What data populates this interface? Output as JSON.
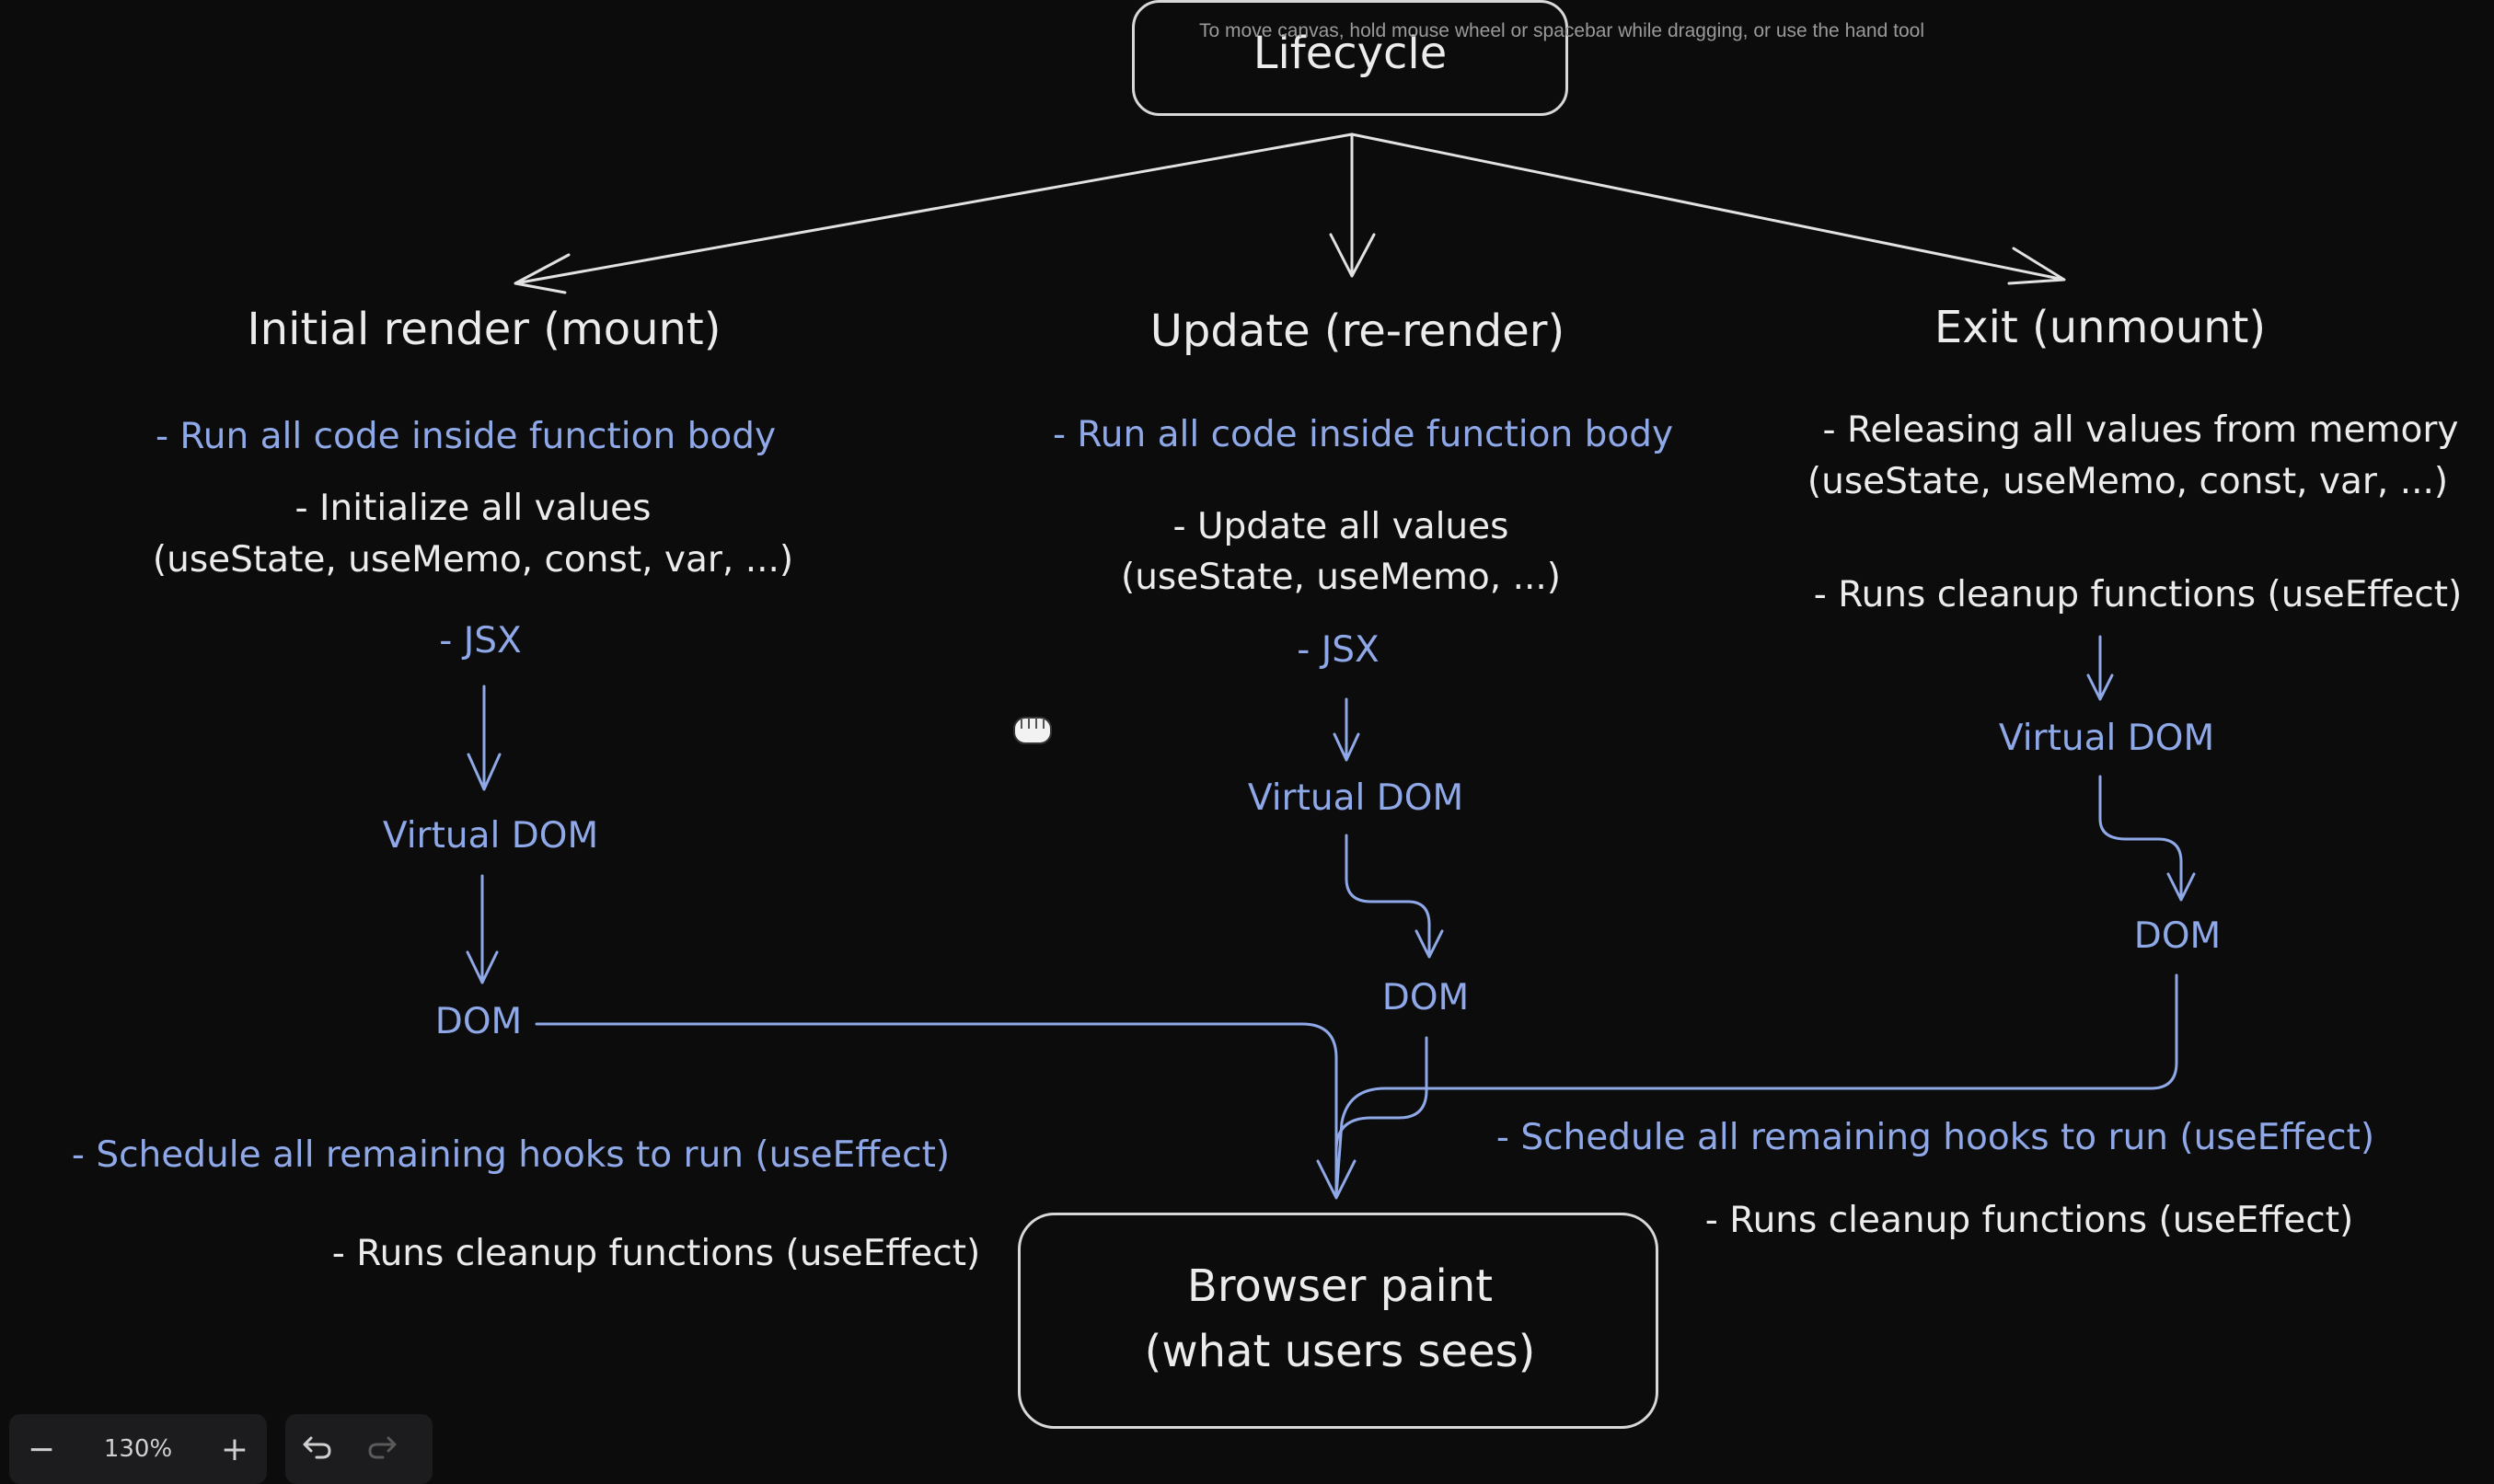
{
  "canvas_hint": "To move canvas, hold mouse wheel or spacebar while dragging, or use the hand tool",
  "colors": {
    "background": "#0c0c0d",
    "white_text": "#ececec",
    "blue_text": "#8fa8e8",
    "toolbar": "#1c1c1e"
  },
  "diagram": {
    "root": "Lifecycle",
    "columns": {
      "mount": {
        "title": "Initial render (mount)",
        "step_run": "- Run all code inside function body",
        "init_values_line1": "- Initialize all values",
        "init_values_line2": "(useState, useMemo, const, var, ...)",
        "jsx": "- JSX",
        "virtual_dom": "Virtual DOM",
        "dom": "DOM",
        "schedule_hooks": "- Schedule all remaining hooks to run (useEffect)",
        "cleanup": "- Runs cleanup functions (useEffect)"
      },
      "update": {
        "title": "Update (re-render)",
        "step_run": "- Run all code inside function body",
        "update_values_line1": "- Update all values",
        "update_values_line2": "(useState, useMemo, ...)",
        "jsx": "- JSX",
        "virtual_dom": "Virtual DOM",
        "dom": "DOM",
        "schedule_hooks": "- Schedule all remaining hooks to run (useEffect)",
        "cleanup": "- Runs cleanup functions (useEffect)"
      },
      "unmount": {
        "title": "Exit (unmount)",
        "release_line1": "- Releasing all values from memory",
        "release_line2": "(useState, useMemo, const, var, ...)",
        "cleanup": "- Runs cleanup functions (useEffect)",
        "virtual_dom": "Virtual DOM",
        "dom": "DOM"
      }
    },
    "browser_paint_line1": "Browser paint",
    "browser_paint_line2": "(what users sees)"
  },
  "toolbar": {
    "zoom_out_icon": "minus-icon",
    "zoom_level": "130%",
    "zoom_in_icon": "plus-icon",
    "undo_icon": "undo-icon",
    "redo_icon": "redo-icon"
  }
}
